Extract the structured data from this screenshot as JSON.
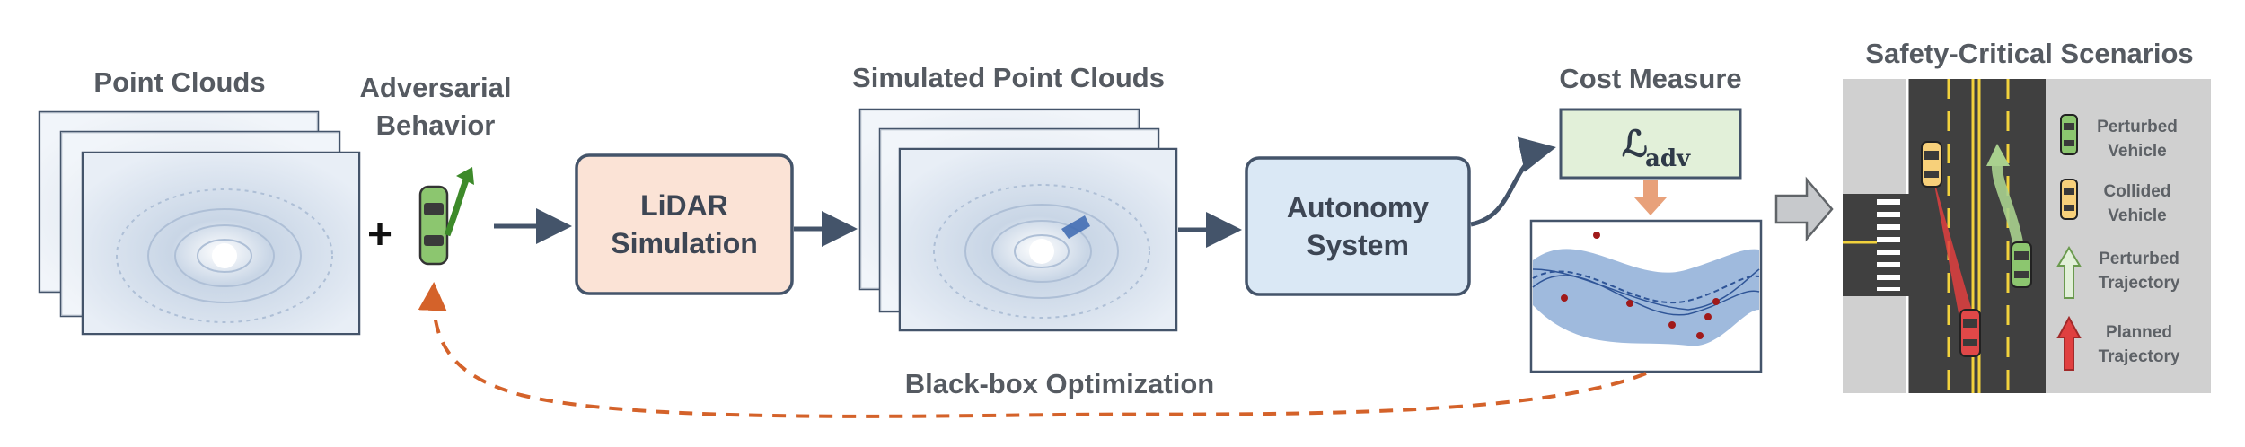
{
  "stages": {
    "point_clouds": {
      "title": "Point Clouds"
    },
    "adversarial": {
      "title_line1": "Adversarial",
      "title_line2": "Behavior",
      "plus": "+"
    },
    "lidar_sim": {
      "line1": "LiDAR",
      "line2": "Simulation"
    },
    "simulated": {
      "title": "Simulated Point Clouds"
    },
    "autonomy": {
      "line1": "Autonomy",
      "line2": "System"
    },
    "cost": {
      "title": "Cost Measure",
      "loss_main": "ℒ",
      "loss_sub": "adv"
    },
    "optimization": {
      "label": "Black-box Optimization"
    },
    "scenarios": {
      "title": "Safety-Critical Scenarios"
    }
  },
  "legend": [
    {
      "icon": "green-car-icon",
      "line1": "Perturbed",
      "line2": "Vehicle"
    },
    {
      "icon": "yellow-car-icon",
      "line1": "Collided",
      "line2": "Vehicle"
    },
    {
      "icon": "green-arrow-icon",
      "line1": "Perturbed",
      "line2": "Trajectory"
    },
    {
      "icon": "red-arrow-icon",
      "line1": "Planned",
      "line2": "Trajectory"
    }
  ],
  "colors": {
    "lidar_box": "#fbe3d6",
    "autonomy_box": "#dae8f5",
    "cost_box": "#e2f0d9",
    "dashed_arrow": "#d4622a",
    "road": "#404040",
    "lane_yellow": "#f2d23c",
    "flow_arrow": "#44546a"
  }
}
